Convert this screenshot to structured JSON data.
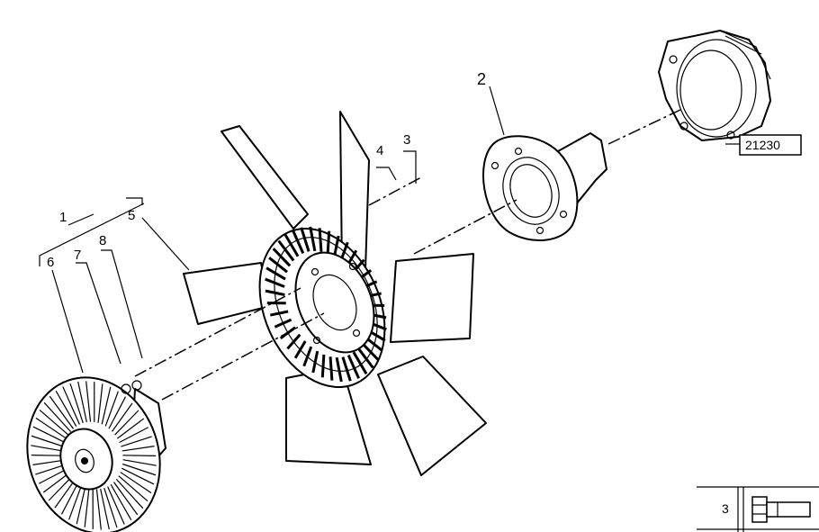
{
  "callouts": {
    "c1": "1",
    "c2": "2",
    "c3": "3",
    "c4": "4",
    "c5": "5",
    "c6": "6",
    "c7": "7",
    "c8": "8"
  },
  "reference_box": {
    "label": "21230"
  },
  "legend": {
    "number": "3",
    "icon": "bolt-icon"
  },
  "colors": {
    "line": "#000000",
    "background": "#ffffff"
  }
}
